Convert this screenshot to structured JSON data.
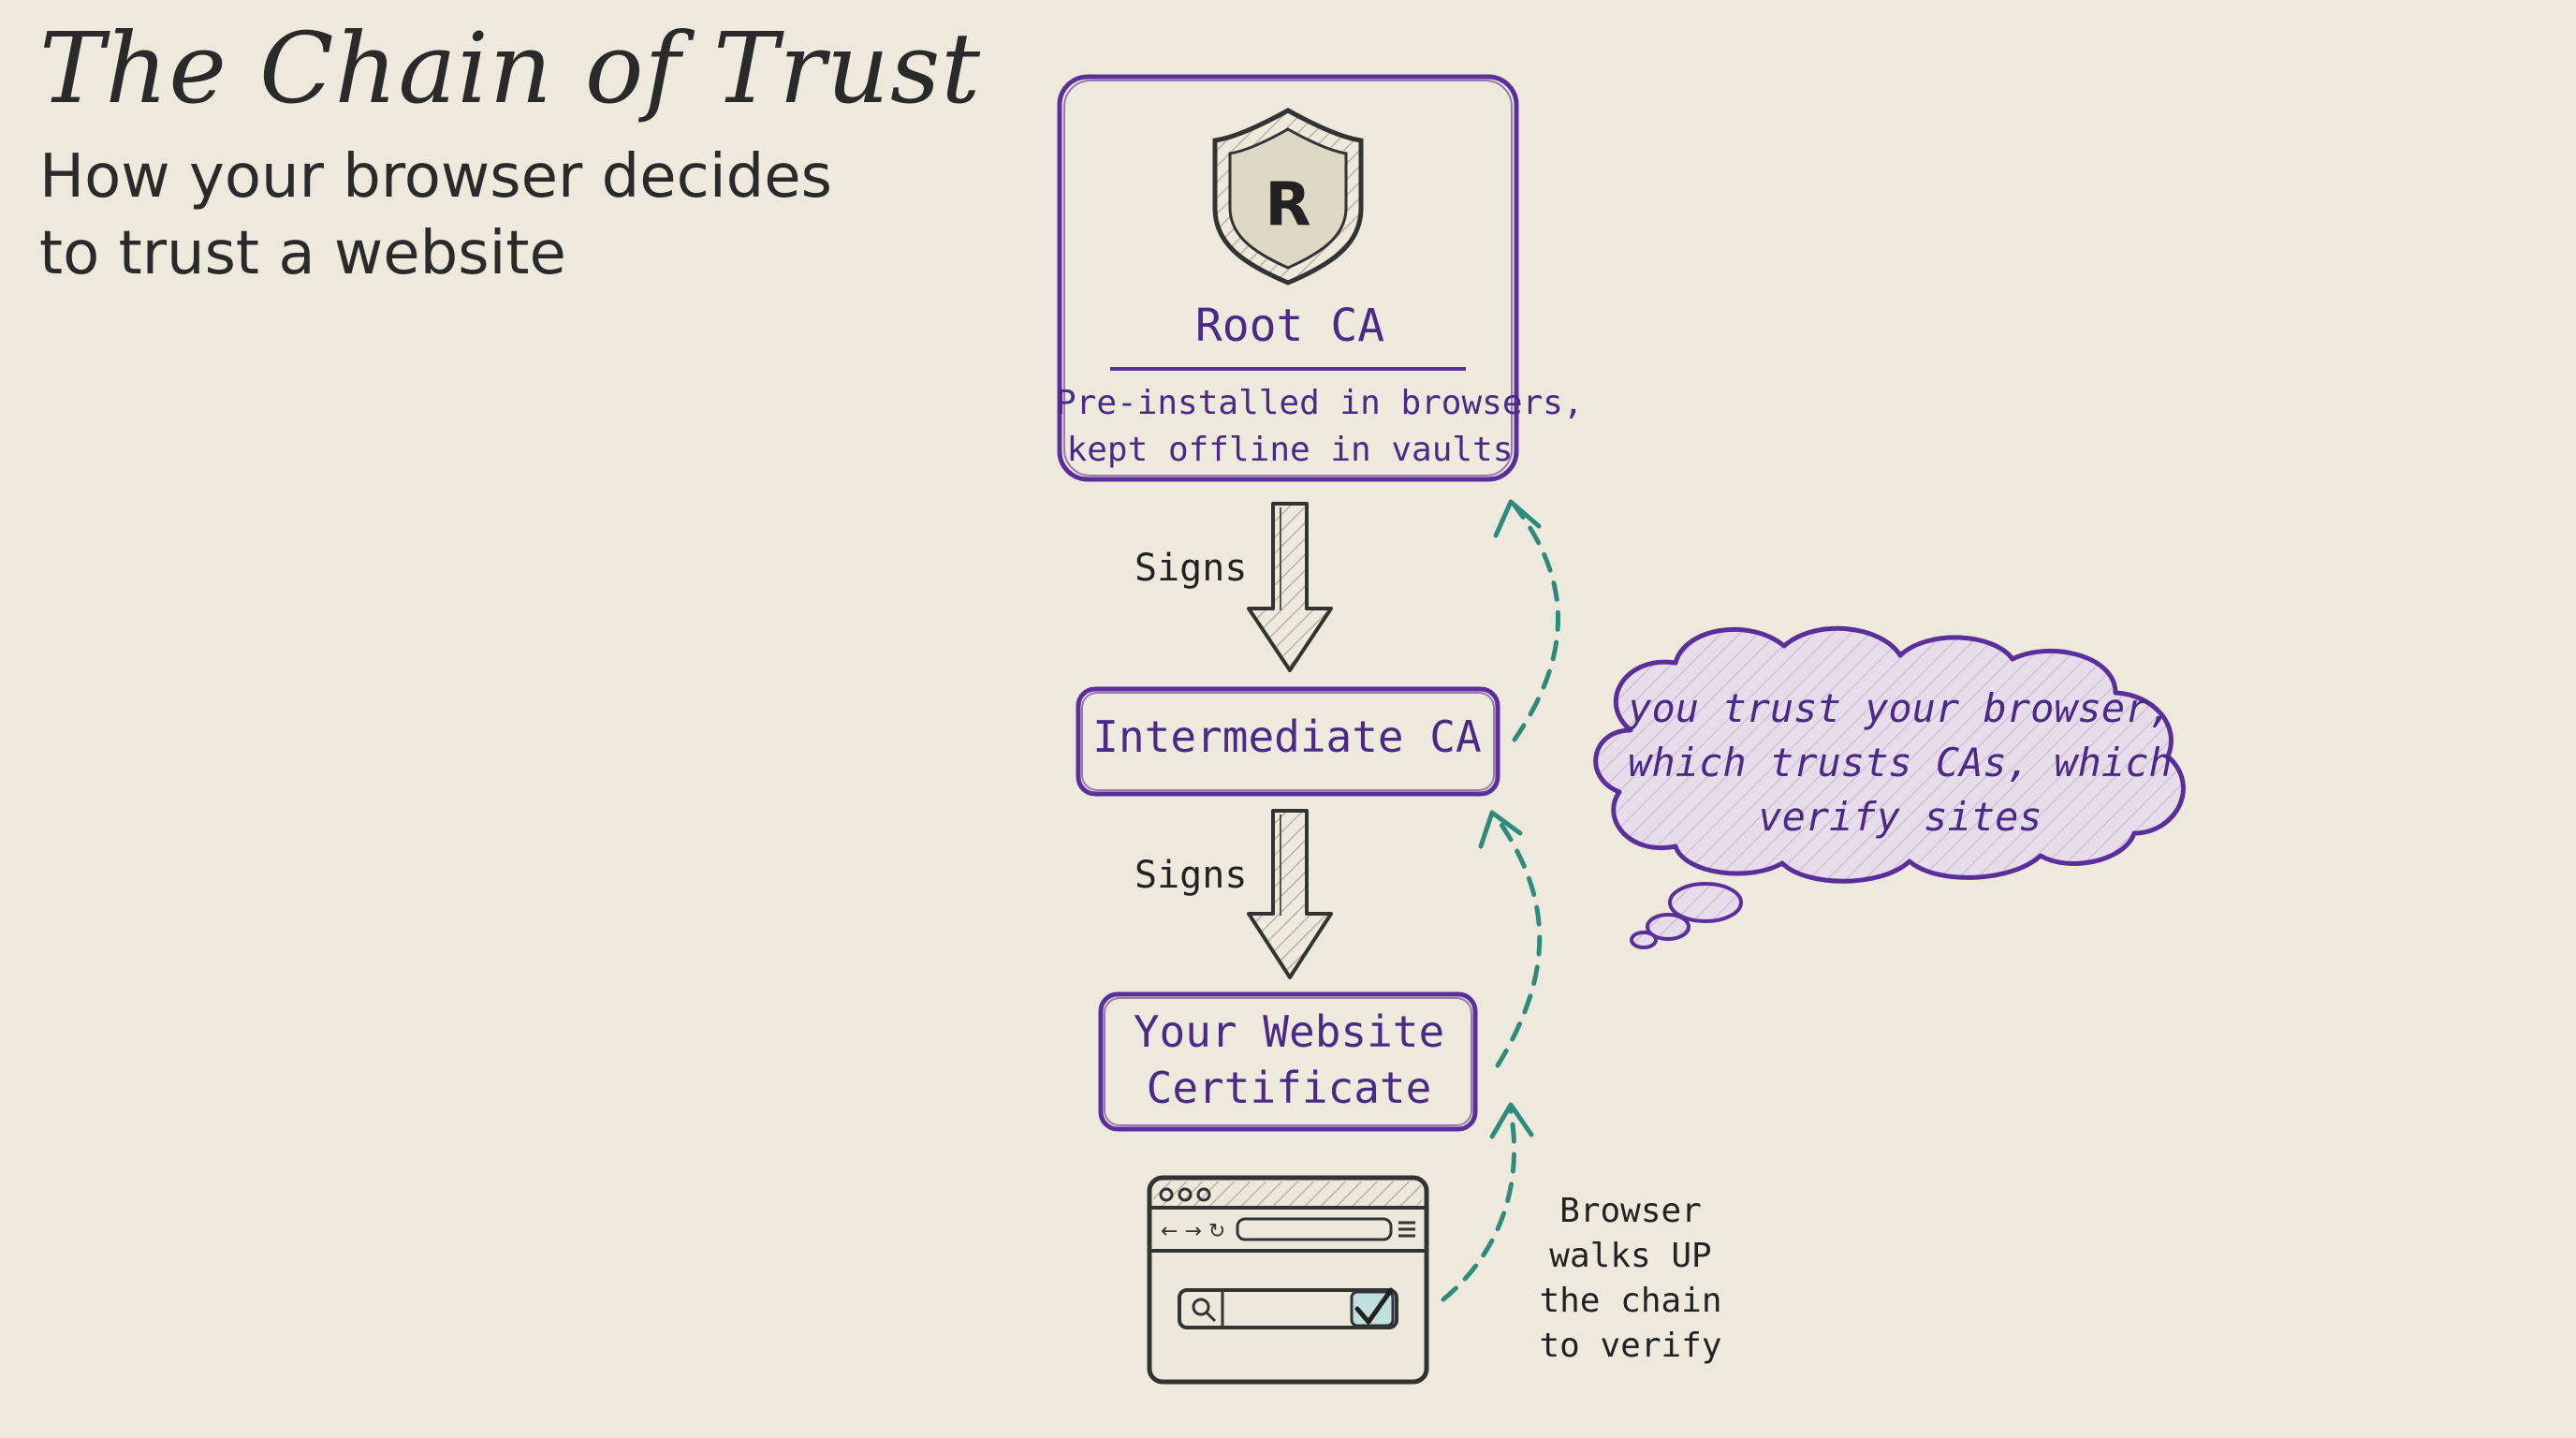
{
  "header": {
    "title": "The Chain of Trust",
    "subtitle_line1": "How your browser decides",
    "subtitle_line2": "to trust a website"
  },
  "root_ca": {
    "title": "Root CA",
    "desc_line1": "Pre-installed in browsers,",
    "desc_line2": "kept offline in vaults",
    "shield_letter": "R",
    "icon": "shield-icon"
  },
  "intermediate_ca": {
    "label": "Intermediate CA"
  },
  "website_cert": {
    "label_line1": "Your Website",
    "label_line2": "Certificate"
  },
  "arrows": {
    "signs_1": "Signs",
    "signs_2": "Signs"
  },
  "browser_note": {
    "line1": "Browser",
    "line2": "walks UP",
    "line3": "the chain",
    "line4": "to verify",
    "icon": "browser-window-icon"
  },
  "thought": {
    "line1": "you trust your browser,",
    "line2": "which trusts CAs, which",
    "line3": "verify sites"
  },
  "colors": {
    "background": "#ede9dd",
    "box_purple": "#5a2f9a",
    "text_purple": "#4a2a86",
    "teal_dashed": "#2f8a7e",
    "ink": "#2a2a2a"
  }
}
